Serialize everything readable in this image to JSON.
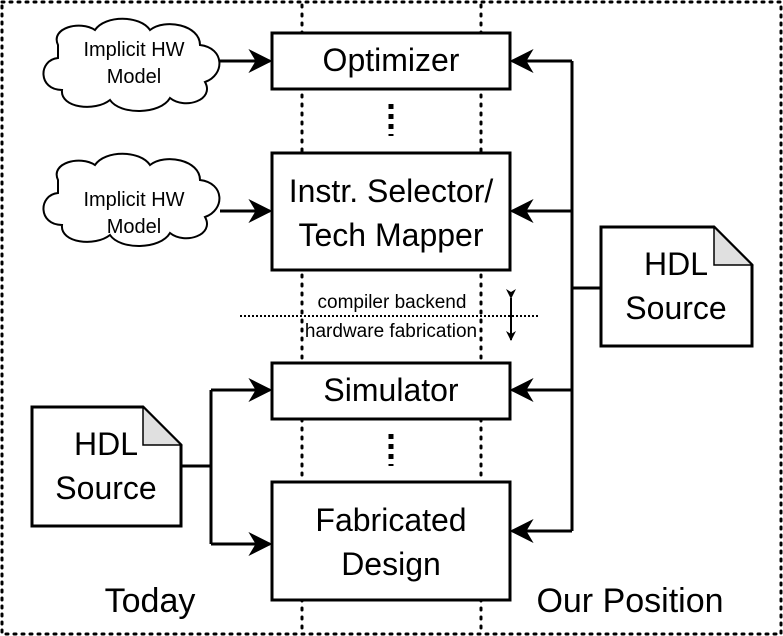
{
  "nodes": {
    "optimizer": "Optimizer",
    "instr_selector": [
      "Instr. Selector/",
      "Tech Mapper"
    ],
    "simulator": "Simulator",
    "fabricated_design": [
      "Fabricated",
      "Design"
    ]
  },
  "clouds": {
    "top": [
      "Implicit HW",
      "Model"
    ],
    "middle": [
      "Implicit HW",
      "Model"
    ]
  },
  "documents": {
    "right": [
      "HDL",
      "Source"
    ],
    "left": [
      "HDL",
      "Source"
    ]
  },
  "separator": {
    "above": "compiler backend",
    "below": "hardware fabrication"
  },
  "columns": {
    "left": "Today",
    "right": "Our Position"
  }
}
